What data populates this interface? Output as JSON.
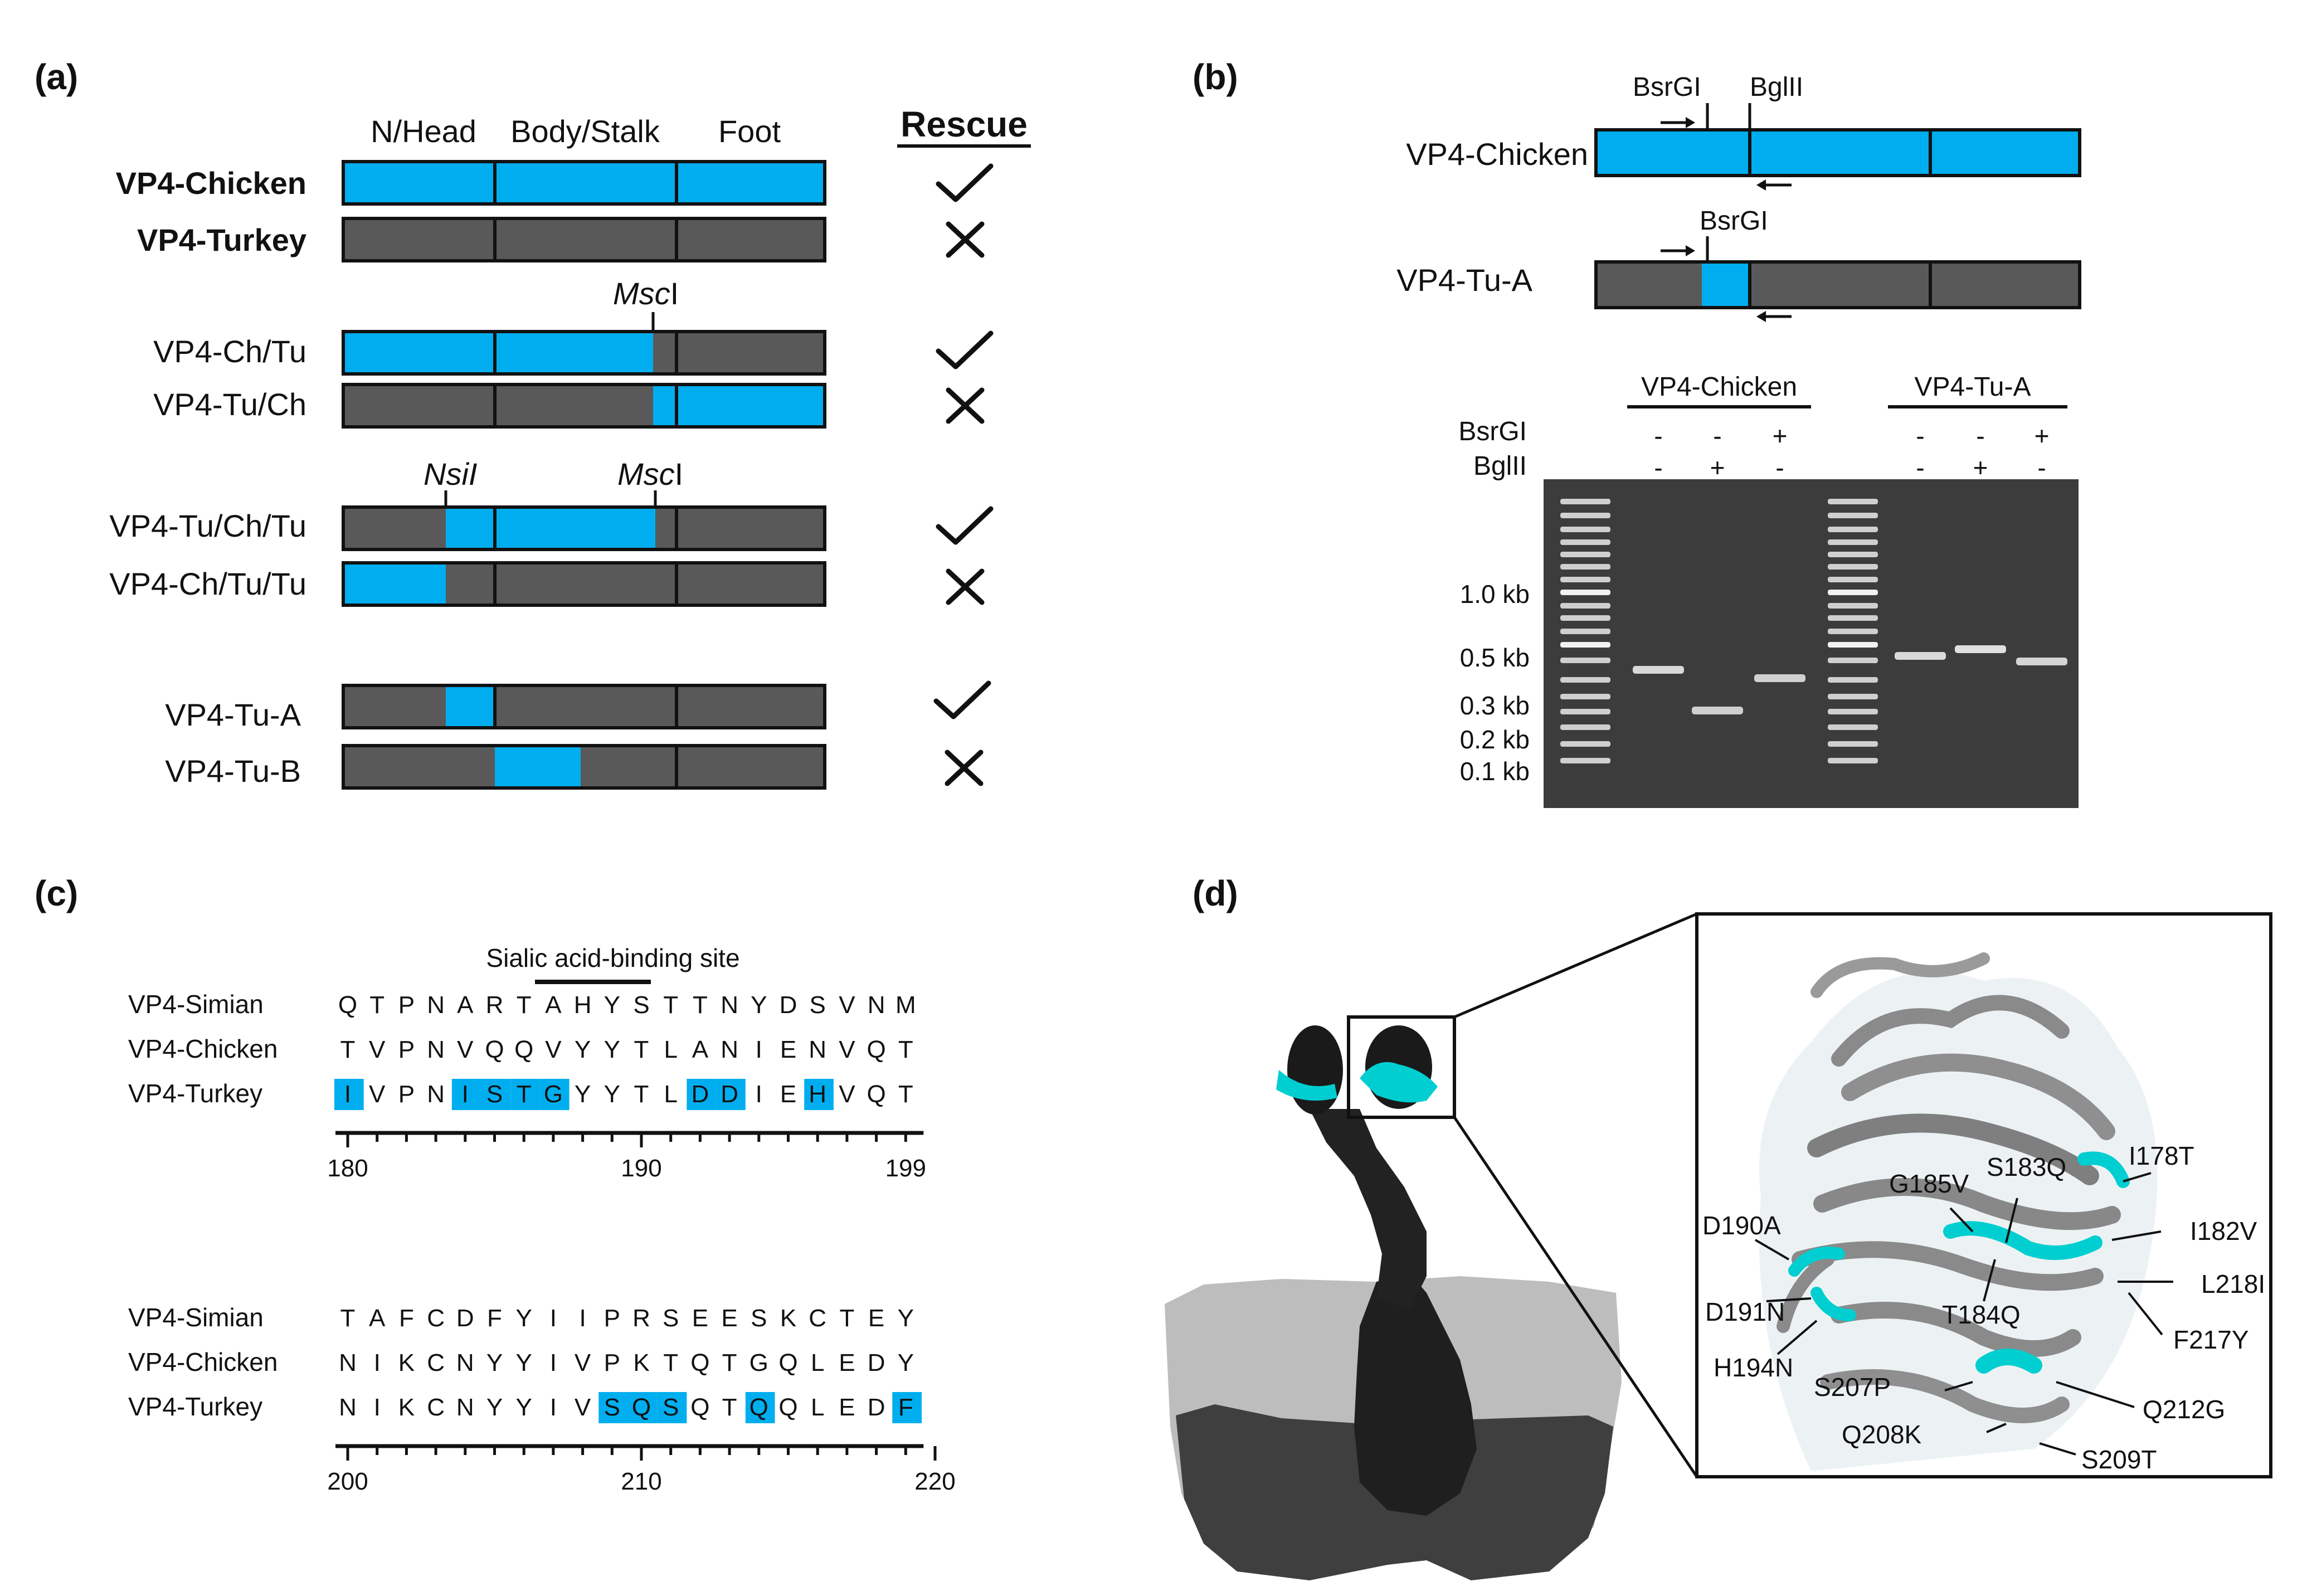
{
  "colors": {
    "blue": "#00AEEF",
    "gray": "#595959",
    "cyan": "#00CED1",
    "gel_bg": "#3a3a3a",
    "dark": "#111111"
  },
  "panel_a": {
    "label": "(a)",
    "headers": [
      "N/Head",
      "Body/Stalk",
      "Foot"
    ],
    "rescue_header": "Rescue",
    "rows": [
      {
        "name": "VP4-Chicken",
        "bold": true,
        "rescue": "check"
      },
      {
        "name": "VP4-Turkey",
        "bold": true,
        "rescue": "cross"
      },
      {
        "name": "VP4-Ch/Tu",
        "bold": false,
        "rescue": "check"
      },
      {
        "name": "VP4-Tu/Ch",
        "bold": false,
        "rescue": "cross"
      },
      {
        "name": "VP4-Tu/Ch/Tu",
        "bold": false,
        "rescue": "check"
      },
      {
        "name": "VP4-Ch/Tu/Tu",
        "bold": false,
        "rescue": "cross"
      },
      {
        "name": "VP4-Tu-A",
        "bold": false,
        "rescue": "check"
      },
      {
        "name": "VP4-Tu-B",
        "bold": false,
        "rescue": "cross"
      }
    ],
    "site_msc_italic": "Msc",
    "site_msc_rest": "I",
    "site_nsi": "NsiI"
  },
  "panel_b": {
    "label": "(b)",
    "construct1": "VP4-Chicken",
    "construct2": "VP4-Tu-A",
    "bsrgi": "BsrGI",
    "bglii": "BglII",
    "gel_group1": "VP4-Chicken",
    "gel_group2": "VP4-Tu-A",
    "row1_label": "BsrGI",
    "row2_label": "BglII",
    "row1_marks": [
      "-",
      "-",
      "+",
      "-",
      "-",
      "+"
    ],
    "row2_marks": [
      "-",
      "+",
      "-",
      "-",
      "+",
      "-"
    ],
    "sizes": [
      "1.0 kb",
      "0.5 kb",
      "0.3 kb",
      "0.2 kb",
      "0.1 kb"
    ]
  },
  "panel_c": {
    "label": "(c)",
    "site_title": "Sialic acid-binding site",
    "block1": {
      "rows": [
        {
          "name": "VP4-Simian",
          "seq": "QTPNARTAHYSTTNYDSVNM"
        },
        {
          "name": "VP4-Chicken",
          "seq": "TVPNVQQVYYTLANIENVQT"
        },
        {
          "name": "VP4-Turkey",
          "seq": "IVPNISTGYYTLDDIEHVQT"
        }
      ],
      "ticks": [
        "180",
        "190",
        "199"
      ]
    },
    "block2": {
      "rows": [
        {
          "name": "VP4-Simian",
          "seq": "TAFCDFYIIPRSEESKCTEY"
        },
        {
          "name": "VP4-Chicken",
          "seq": "NIKCNYYIVPKTQTGQLEDY"
        },
        {
          "name": "VP4-Turkey",
          "seq": "NIKCNYYIVSQSQTQQLEDF"
        }
      ],
      "ticks": [
        "200",
        "210",
        "220"
      ]
    }
  },
  "panel_d": {
    "label": "(d)",
    "mutations": [
      "I178T",
      "S183Q",
      "G185V",
      "D190A",
      "I182V",
      "L218I",
      "D191N",
      "T184Q",
      "F217Y",
      "H194N",
      "S207P",
      "Q212G",
      "Q208K",
      "S209T"
    ]
  }
}
